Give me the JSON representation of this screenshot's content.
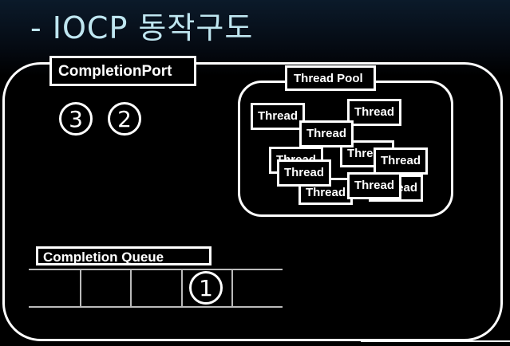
{
  "title": "- IOCP 동작구도",
  "completion_port": {
    "label": "CompletionPort",
    "items": [
      "3",
      "2"
    ]
  },
  "thread_pool": {
    "label": "Thread Pool",
    "threads": [
      {
        "label": "Thread"
      },
      {
        "label": "Thread"
      },
      {
        "label": "Thread"
      },
      {
        "label": "Thread"
      },
      {
        "label": "Thread"
      },
      {
        "label": "Thread"
      },
      {
        "label": "Thread"
      },
      {
        "label": "Thread"
      },
      {
        "label": "Thread"
      },
      {
        "label": "Thread"
      }
    ]
  },
  "completion_queue": {
    "label": "Completion Queue",
    "slots": [
      "",
      "",
      "",
      "1",
      ""
    ]
  }
}
